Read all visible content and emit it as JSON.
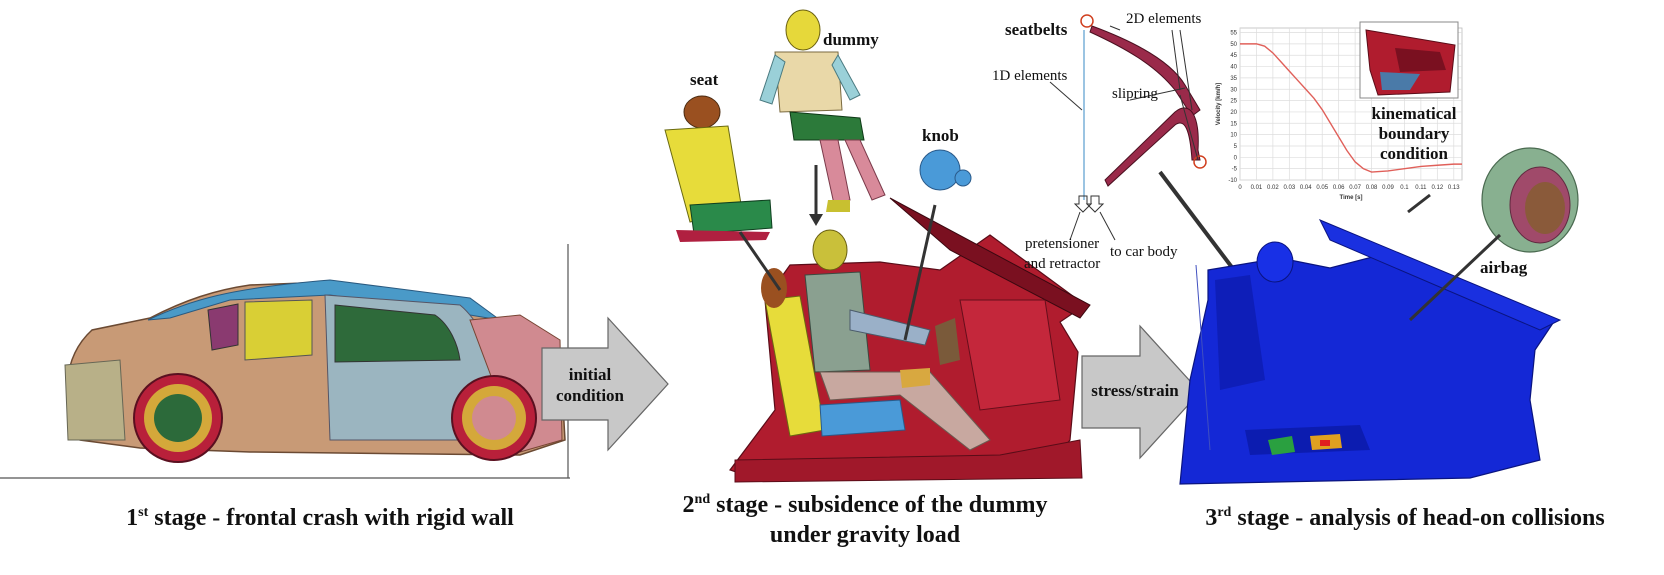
{
  "captions": {
    "stage1_prefix": "1",
    "stage1_sup": "st",
    "stage1_text": " stage - frontal crash with rigid wall",
    "stage2_prefix": "2",
    "stage2_sup": "nd",
    "stage2_text": " stage - subsidence of the dummy",
    "stage2_line2": "under gravity load",
    "stage3_prefix": "3",
    "stage3_sup": "rd",
    "stage3_text": " stage - analysis of head-on collisions"
  },
  "arrows": {
    "initial_line1": "initial",
    "initial_line2": "condition",
    "stress": "stress/strain"
  },
  "labels": {
    "dummy": "dummy",
    "seat": "seat",
    "knob": "knob",
    "seatbelts": "seatbelts",
    "elements_2d": "2D elements",
    "elements_1d": "1D elements",
    "slipring": "slipring",
    "pretensioner_line1": "pretensioner",
    "pretensioner_line2": "and retractor",
    "to_car_body": "to car body",
    "kinematical_line1": "kinematical",
    "kinematical_line2": "boundary",
    "kinematical_line3": "condition",
    "airbag": "airbag"
  },
  "chart_data": {
    "type": "line",
    "xlabel": "Time [s]",
    "ylabel": "Velocity [km/h]",
    "xticks": [
      "0",
      "0.01",
      "0.02",
      "0.03",
      "0.04",
      "0.05",
      "0.06",
      "0.07",
      "0.08",
      "0.09",
      "0.1",
      "0.11",
      "0.12",
      "0.13"
    ],
    "yticks": [
      "-10",
      "-5",
      "0",
      "5",
      "10",
      "15",
      "20",
      "25",
      "30",
      "35",
      "40",
      "45",
      "50",
      "55"
    ],
    "xlim": [
      0,
      0.135
    ],
    "ylim": [
      -10,
      57
    ],
    "grid": true,
    "series": [
      {
        "x": [
          0,
          0.005,
          0.01,
          0.015,
          0.02,
          0.025,
          0.03,
          0.035,
          0.04,
          0.045,
          0.05,
          0.055,
          0.06,
          0.065,
          0.07,
          0.075,
          0.08,
          0.09,
          0.1,
          0.11,
          0.12,
          0.13,
          0.135
        ],
        "y": [
          50,
          50,
          50,
          49,
          46,
          42,
          38,
          34,
          30,
          26,
          21,
          15,
          9,
          3,
          -2,
          -5,
          -6.5,
          -6,
          -5,
          -4,
          -3.5,
          -3,
          -3
        ]
      }
    ],
    "line_color": "#e0605a"
  },
  "colors": {
    "crimson": "#b01c2e",
    "blue_fem": "#1428d6",
    "car_body": "#c89a76",
    "arrow_gray": "#c8c8c8"
  }
}
